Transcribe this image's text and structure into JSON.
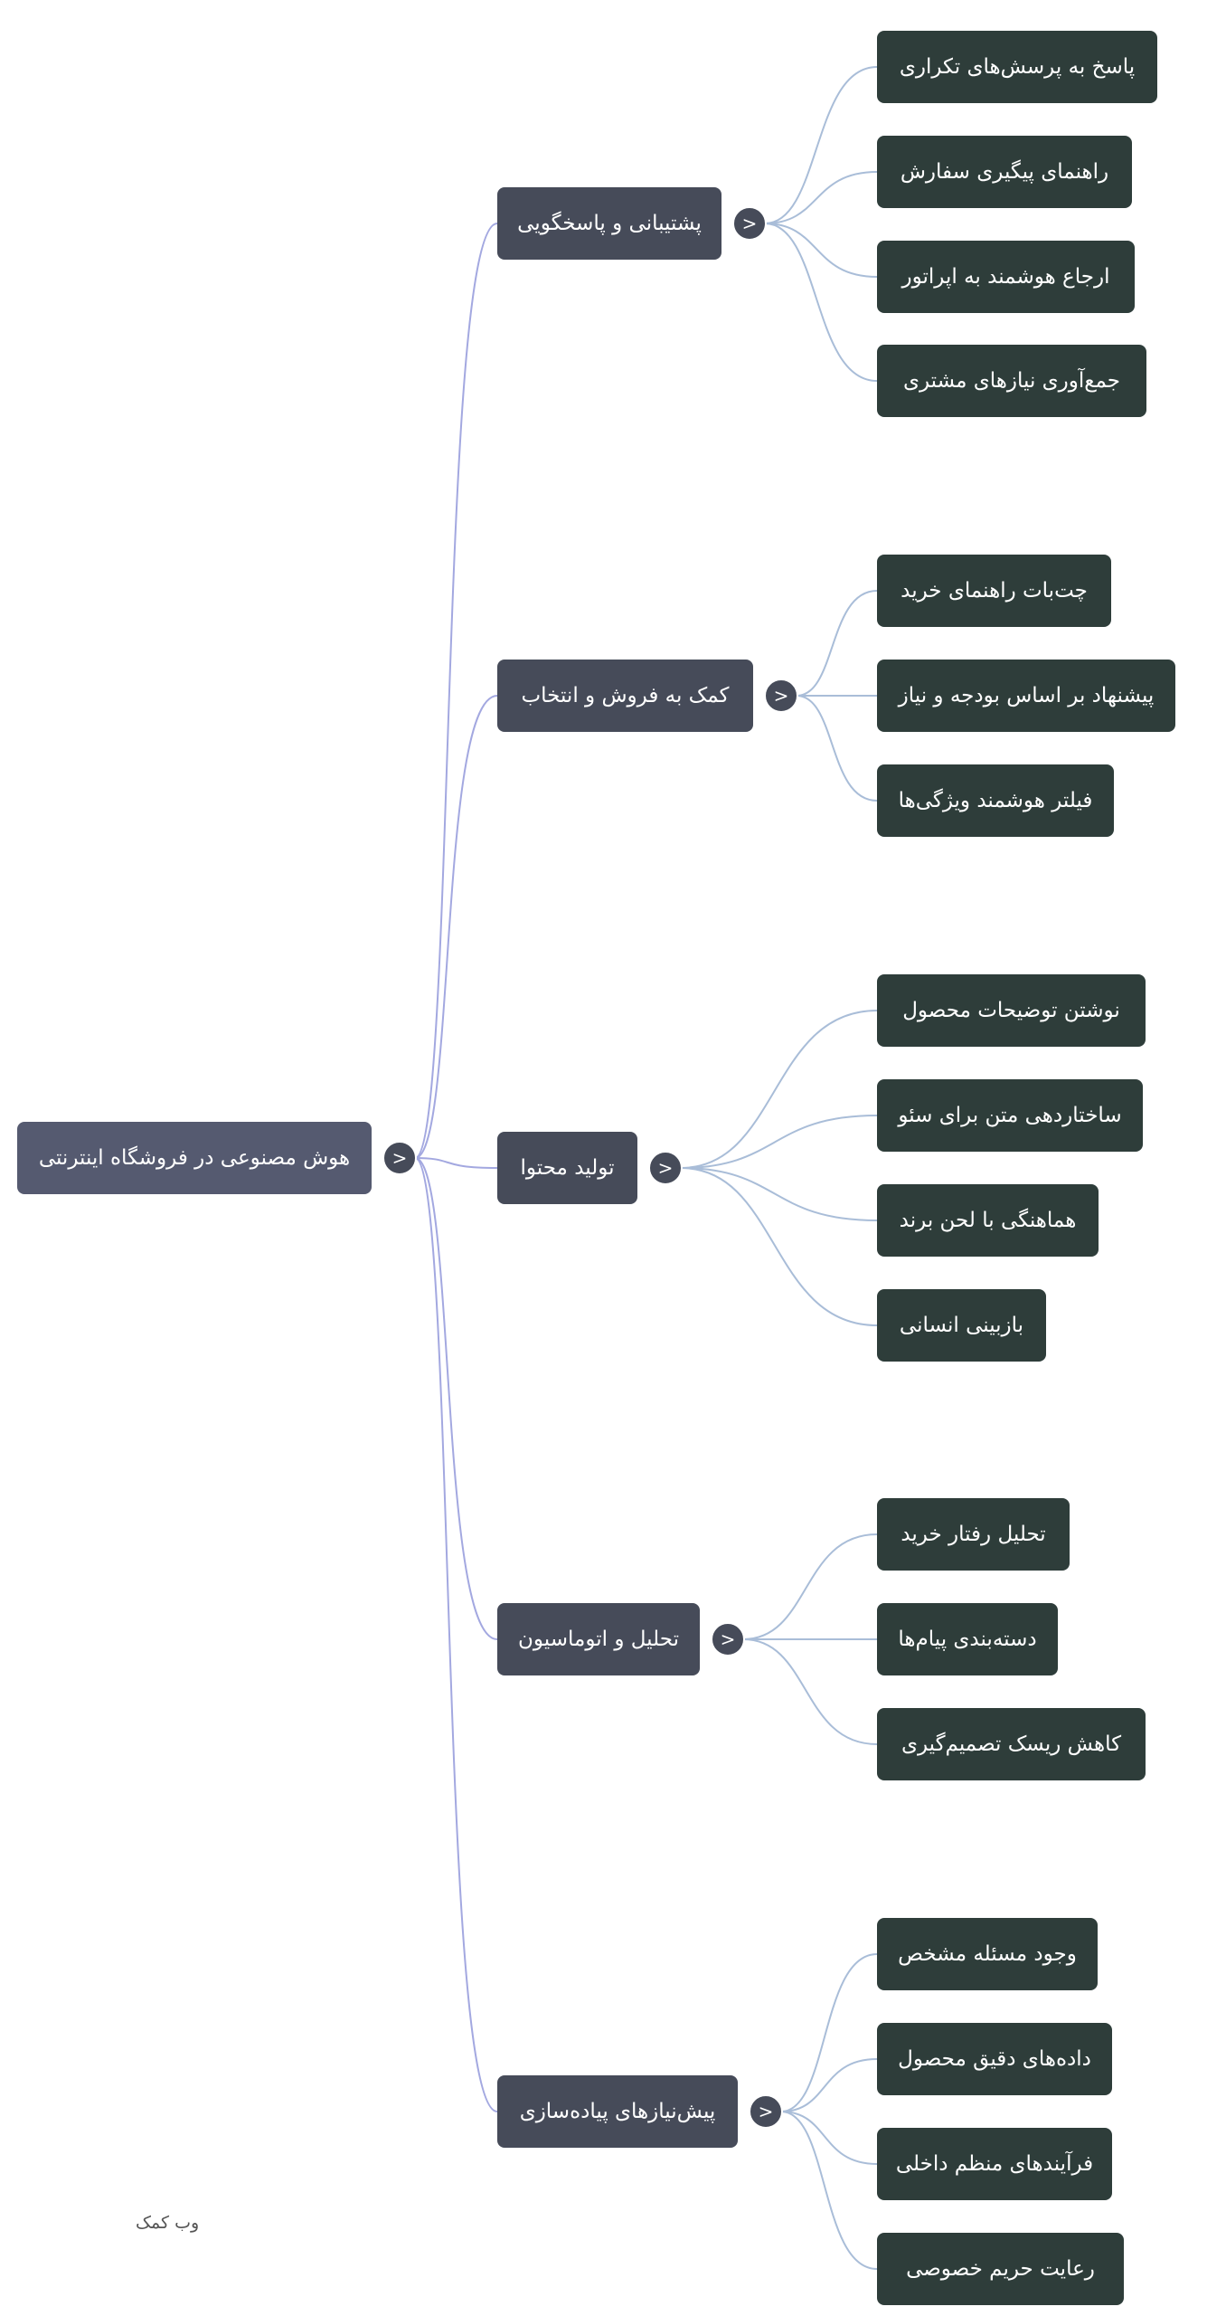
{
  "colors": {
    "root_bg": "#555a70",
    "branch_bg": "#464b59",
    "leaf_bg": "#2e3d3a",
    "root_edge": "#a3a8e0",
    "leaf_edge": "#a9bdd8"
  },
  "toggle_icon": ">",
  "root": {
    "label": "هوش مصنوعی در فروشگاه اینترنتی"
  },
  "branches": [
    {
      "label": "پشتیبانی و پاسخگویی",
      "children": [
        "پاسخ به پرسش‌های تکراری",
        "راهنمای پیگیری سفارش",
        "ارجاع هوشمند به اپراتور",
        "جمع‌آوری نیازهای مشتری"
      ]
    },
    {
      "label": "کمک به فروش و انتخاب",
      "children": [
        "چت‌بات راهنمای خرید",
        "پیشنهاد بر اساس بودجه و نیاز",
        "فیلتر هوشمند ویژگی‌ها"
      ]
    },
    {
      "label": "تولید محتوا",
      "children": [
        "نوشتن توضیحات محصول",
        "ساختاردهی متن برای سئو",
        "هماهنگی با لحن برند",
        "بازبینی انسانی"
      ]
    },
    {
      "label": "تحلیل و اتوماسیون",
      "children": [
        "تحلیل رفتار خرید",
        "دسته‌بندی پیام‌ها",
        "کاهش ریسک تصمیم‌گیری"
      ]
    },
    {
      "label": "پیش‌نیازهای پیاده‌سازی",
      "children": [
        "وجود مسئله مشخص",
        "داده‌های دقیق محصول",
        "فرآیندهای منظم داخلی",
        "رعایت حریم خصوصی"
      ]
    }
  ],
  "watermark": "وب کمک"
}
